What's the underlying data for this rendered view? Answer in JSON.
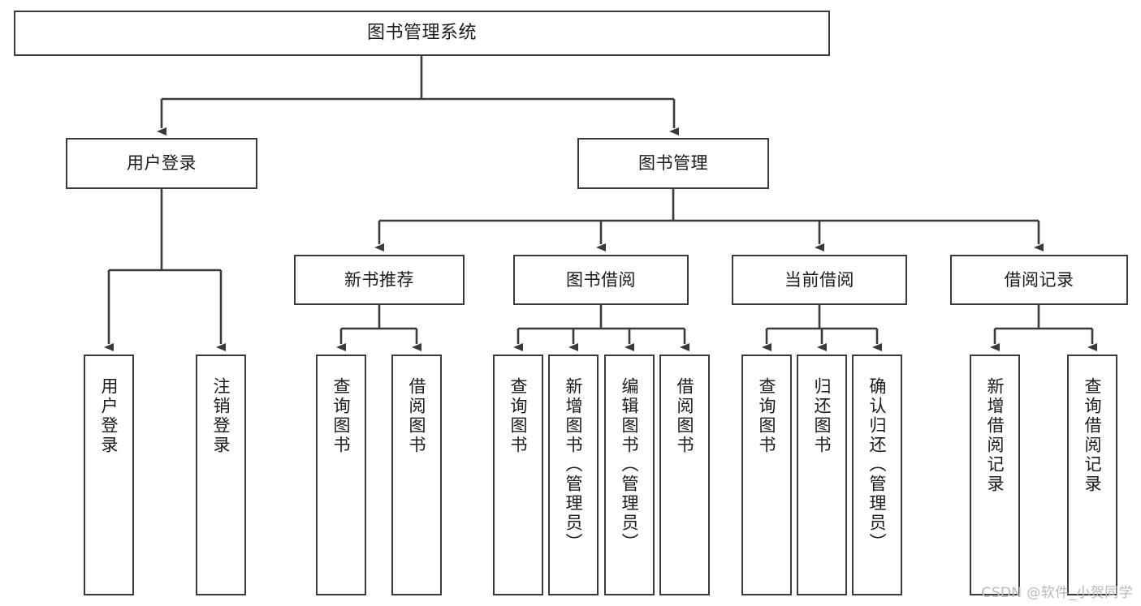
{
  "diagram": {
    "title": "图书管理系统",
    "type": "tree",
    "watermark": "CSDN @软件_小贺同学",
    "colors": {
      "stroke": "#3a3a3a",
      "fill": "#ffffff",
      "text": "#1a1a1a",
      "watermark": "#b9b9b9"
    },
    "root": {
      "label": "图书管理系统"
    },
    "level2": [
      {
        "label": "用户登录"
      },
      {
        "label": "图书管理"
      }
    ],
    "level3": [
      {
        "label": "新书推荐"
      },
      {
        "label": "图书借阅"
      },
      {
        "label": "当前借阅"
      },
      {
        "label": "借阅记录"
      }
    ],
    "leaves": {
      "user_login": [
        {
          "label": "用户登录"
        },
        {
          "label": "注销登录"
        }
      ],
      "new_book": [
        {
          "label": "查询图书"
        },
        {
          "label": "借阅图书"
        }
      ],
      "book_borrow": [
        {
          "label": "查询图书"
        },
        {
          "label": "新增图书（管理员）"
        },
        {
          "label": "编辑图书（管理员）"
        },
        {
          "label": "借阅图书"
        }
      ],
      "current_borrow": [
        {
          "label": "查询图书"
        },
        {
          "label": "归还图书"
        },
        {
          "label": "确认归还（管理员）"
        }
      ],
      "borrow_record": [
        {
          "label": "新增借阅记录"
        },
        {
          "label": "查询借阅记录"
        }
      ]
    }
  }
}
